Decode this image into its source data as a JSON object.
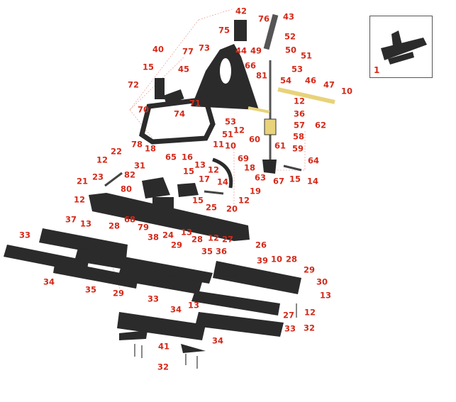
{
  "title": "Exploded parts diagram",
  "colors": {
    "label": "#d42a1a",
    "part": "#2b2b2b",
    "brass": "#e8d27a",
    "leader": "#e88a80"
  },
  "inset_label": "1",
  "labels": [
    "42",
    "76",
    "43",
    "75",
    "52",
    "40",
    "77",
    "73",
    "44",
    "49",
    "50",
    "51",
    "15",
    "45",
    "66",
    "53",
    "81",
    "54",
    "46",
    "47",
    "10",
    "72",
    "12",
    "71",
    "70",
    "74",
    "36",
    "53",
    "57",
    "62",
    "12",
    "51",
    "58",
    "60",
    "59",
    "61",
    "78",
    "18",
    "22",
    "11",
    "10",
    "16",
    "65",
    "69",
    "64",
    "12",
    "13",
    "31",
    "15",
    "12",
    "18",
    "63",
    "82",
    "23",
    "17",
    "14",
    "67",
    "15",
    "14",
    "21",
    "80",
    "19",
    "12",
    "15",
    "12",
    "25",
    "20",
    "68",
    "13",
    "37",
    "28",
    "79",
    "24",
    "13",
    "12",
    "27",
    "33",
    "38",
    "28",
    "26",
    "29",
    "35",
    "36",
    "10",
    "28",
    "39",
    "29",
    "30",
    "34",
    "35",
    "29",
    "33",
    "13",
    "13",
    "34",
    "12",
    "27",
    "33",
    "32",
    "34",
    "41",
    "32"
  ]
}
